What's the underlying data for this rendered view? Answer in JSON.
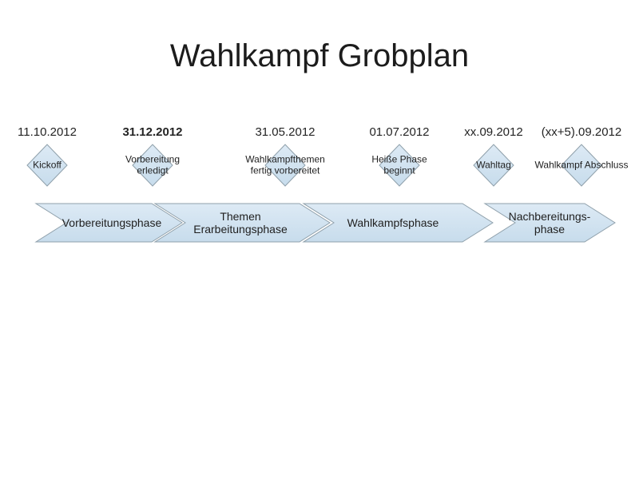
{
  "title": "Wahlkampf Grobplan",
  "colors": {
    "shape_fill_light": "#ddeaf5",
    "shape_fill_dark": "#c7dcec",
    "shape_stroke": "#8fa0ab",
    "text": "#1f1f1f"
  },
  "milestones": [
    {
      "date": "11.10.2012",
      "label_lines": [
        "Kickoff"
      ]
    },
    {
      "date": "31.12.2012",
      "label_lines": [
        "Vorbereitung",
        "erledigt"
      ]
    },
    {
      "date": "31.05.2012",
      "label_lines": [
        "Wahlkampfthemen",
        "fertig vorbereitet"
      ]
    },
    {
      "date": "01.07.2012",
      "label_lines": [
        "Heiße Phase",
        "beginnt"
      ]
    },
    {
      "date": "xx.09.2012",
      "label_lines": [
        "Wahltag"
      ]
    },
    {
      "date": "(xx+5).09.2012",
      "label_lines": [
        "Wahlkampf Abschluss"
      ]
    }
  ],
  "phases": [
    {
      "label_lines": [
        "Vorbereitungsphase"
      ]
    },
    {
      "label_lines": [
        "Themen",
        "Erarbeitungsphase"
      ]
    },
    {
      "label_lines": [
        "Wahlkampfsphase"
      ]
    },
    {
      "label_lines": [
        "Nachbereitungs-",
        "phase"
      ]
    }
  ]
}
